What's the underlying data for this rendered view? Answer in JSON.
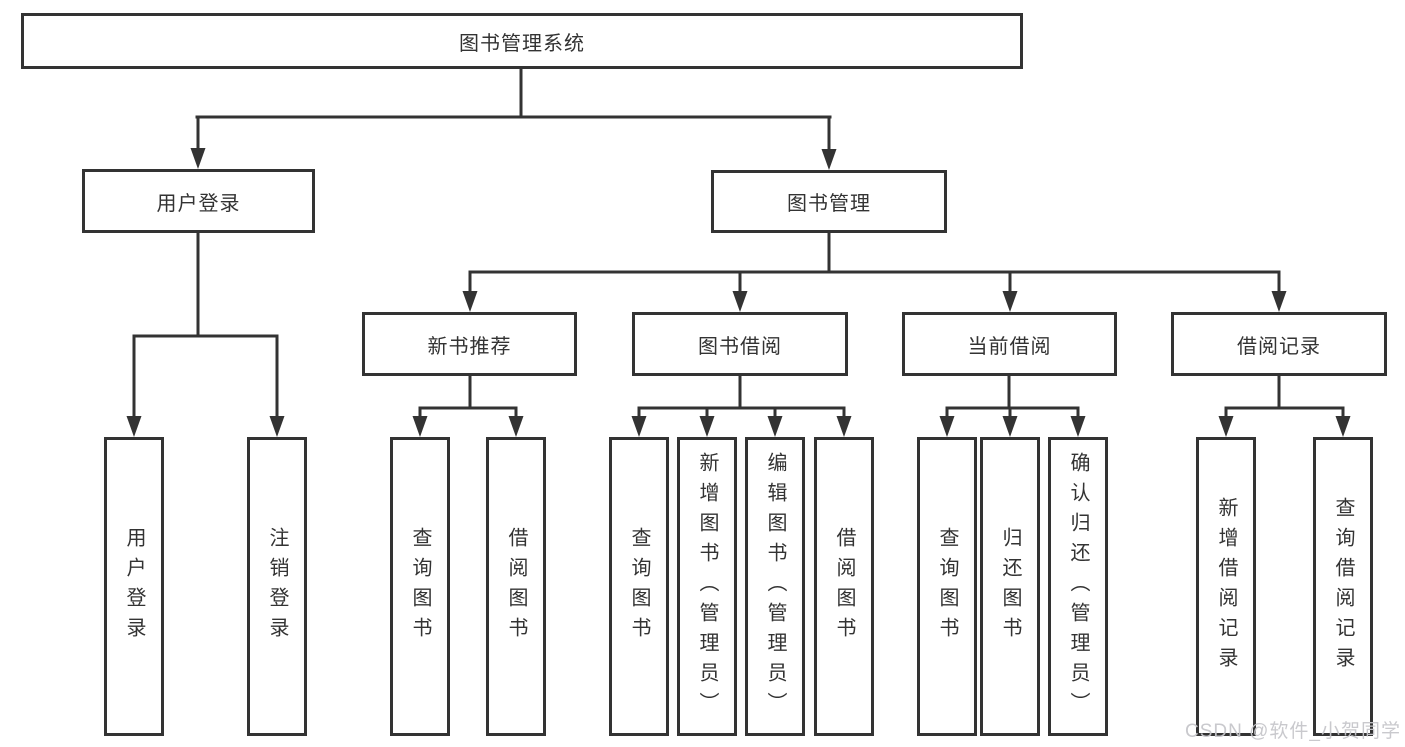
{
  "diagram": {
    "tree": {
      "label": "图书管理系统",
      "children": [
        {
          "label": "用户登录",
          "children": [
            {
              "label": "用户登录"
            },
            {
              "label": "注销登录"
            }
          ]
        },
        {
          "label": "图书管理",
          "children": [
            {
              "label": "新书推荐",
              "children": [
                {
                  "label": "查询图书"
                },
                {
                  "label": "借阅图书"
                }
              ]
            },
            {
              "label": "图书借阅",
              "children": [
                {
                  "label": "查询图书"
                },
                {
                  "label": "新增图书（管理员）"
                },
                {
                  "label": "编辑图书（管理员）"
                },
                {
                  "label": "借阅图书"
                }
              ]
            },
            {
              "label": "当前借阅",
              "children": [
                {
                  "label": "查询图书"
                },
                {
                  "label": "归还图书"
                },
                {
                  "label": "确认归还（管理员）"
                }
              ]
            },
            {
              "label": "借阅记录",
              "children": [
                {
                  "label": "新增借阅记录"
                },
                {
                  "label": "查询借阅记录"
                }
              ]
            }
          ]
        }
      ]
    },
    "colors": {
      "line": "#333333",
      "box_border": "#333333",
      "box_fill": "#ffffff",
      "text": "#333333",
      "watermark": "#c6c6ca"
    },
    "watermark": {
      "text": "CSDN @软件_小贺同学"
    }
  }
}
